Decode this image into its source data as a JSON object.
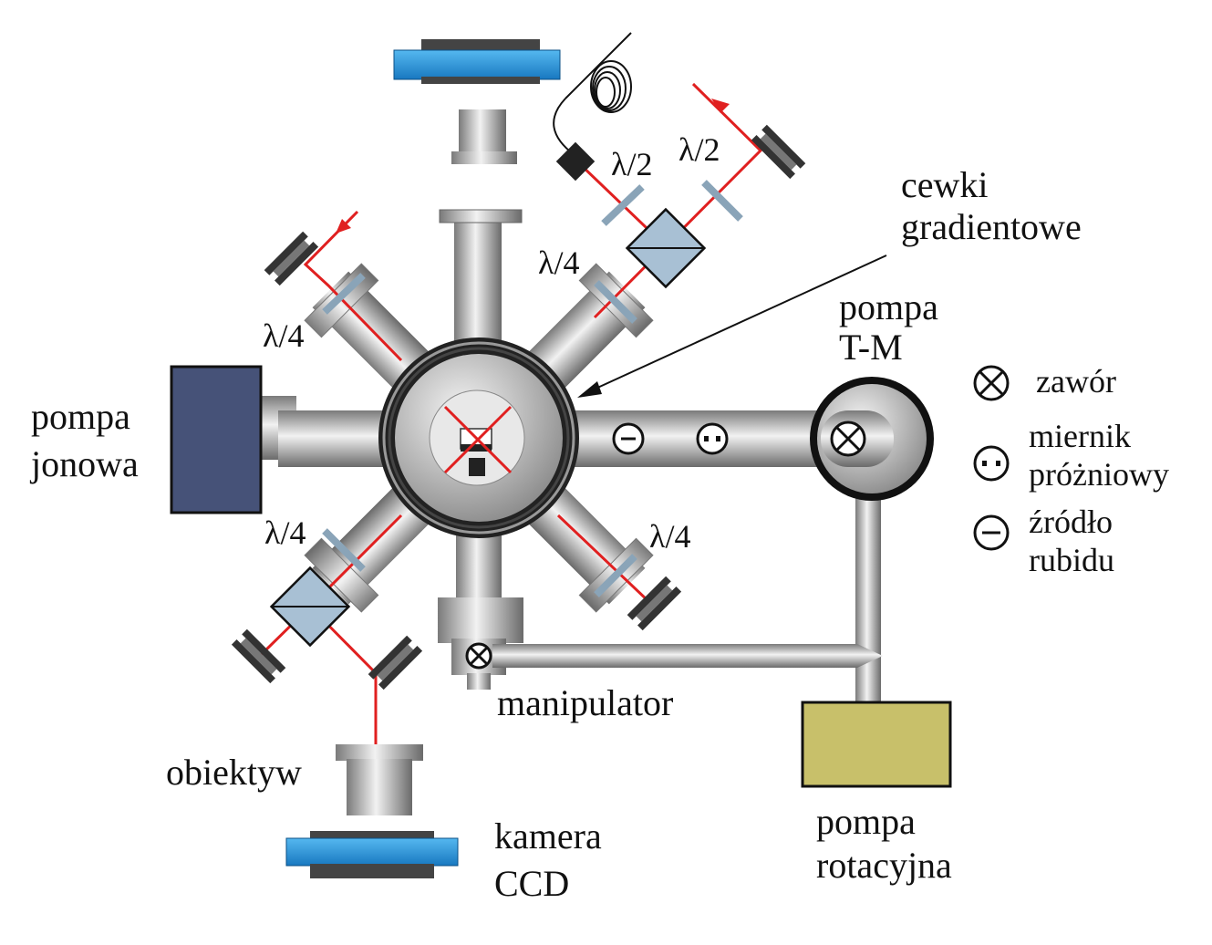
{
  "labels": {
    "cewki_1": "cewki",
    "cewki_2": "gradientowe",
    "pompa_tm_1": "pompa",
    "pompa_tm_2": "T-M",
    "pompa_jonowa_1": "pompa",
    "pompa_jonowa_2": "jonowa",
    "pompa_rot_1": "pompa",
    "pompa_rot_2": "rotacyjna",
    "manipulator": "manipulator",
    "obiektyw": "obiektyw",
    "kamera_1": "kamera",
    "kamera_2": "CCD",
    "lambda2_a": "λ/2",
    "lambda2_b": "λ/2",
    "lambda4_ne": "λ/4",
    "lambda4_nw": "λ/4",
    "lambda4_sw": "λ/4",
    "lambda4_se": "λ/4"
  },
  "legend": {
    "valve": "zawór",
    "gauge_1": "miernik",
    "gauge_2": "próżniowy",
    "source_1": "źródło",
    "source_2": "rubidu"
  },
  "colors": {
    "laser": "#e02020",
    "ion_pump": "#465278",
    "rotary_pump": "#c8c06a",
    "camera": "#1f8fd8",
    "optics": "#8aa4b8",
    "metal": "#a8a8a8"
  }
}
